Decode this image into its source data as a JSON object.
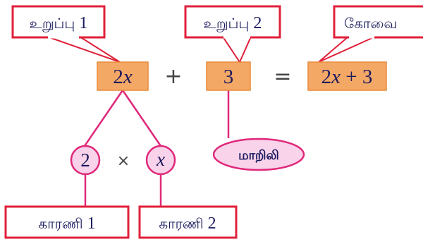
{
  "callouts": {
    "term1": {
      "word": "உறுப்பு",
      "num": "1"
    },
    "term2": {
      "word": "உறுப்பு",
      "num": "2"
    },
    "expression": {
      "word": "கோவை"
    }
  },
  "equation": {
    "term1": {
      "coef": "2",
      "var": "x"
    },
    "plus": "+",
    "term2": "3",
    "equals": "=",
    "result": {
      "coef": "2",
      "var": "x",
      "rest": " + 3"
    }
  },
  "factors": {
    "left": "2",
    "times": "×",
    "right": "x"
  },
  "constant_label": "மாறிலி",
  "factor_labels": {
    "f1": {
      "word": "காரணி",
      "num": "1"
    },
    "f2": {
      "word": "காரணி",
      "num": "2"
    }
  },
  "colors": {
    "callout_border": "#e0203a",
    "term_fill": "#f4a866",
    "term_border": "#e98b3c",
    "connector": "#e0287a",
    "circle_fill": "#f8d3ea",
    "text": "#1a1a5e"
  }
}
